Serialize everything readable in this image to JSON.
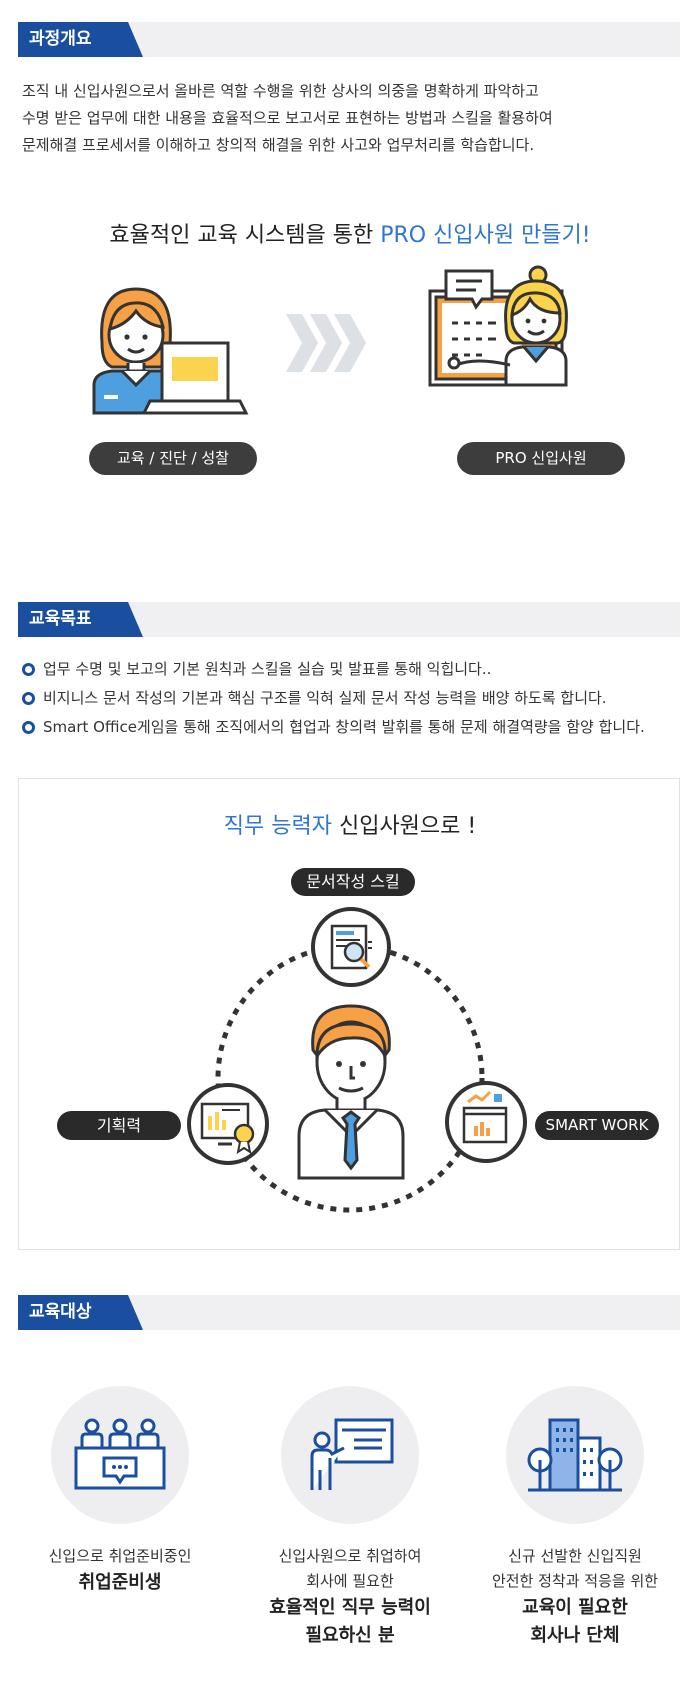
{
  "overview": {
    "tag": "과정개요",
    "lines": [
      "조직 내 신입사원으로서 올바른 역할 수행을 위한 상사의 의중을 명확하게 파악하고",
      "수명 받은 업무에 대한 내용을 효율적으로 보고서로 표현하는 방법과 스킬을 활용하여",
      "문제해결 프로세서를 이해하고 창의적 해결을 위한 사고와 업무처리를 학습합니다."
    ],
    "headline_prefix": "효율적인 교육 시스템을 통한 ",
    "headline_highlight": "PRO 신입사원 만들기!",
    "left_pill": "교육 / 진단 / 성찰",
    "right_pill": "PRO 신입사원"
  },
  "goals": {
    "tag": "교육목표",
    "items": [
      "업무 수명 및 보고의 기본 원칙과 스킬을 실습 및 발표를 통해 익힙니다..",
      "비지니스 문서 작성의 기본과 핵심 구조를 익혀 실제 문서 작성 능력을 배양 하도록 합니다.",
      "Smart Office게임을 통해 조직에서의 협업과 창의력 발휘를 통해 문제 해결역량을 함양 합니다."
    ],
    "box_title_highlight": "직무 능력자",
    "box_title_rest": " 신입사원으로 !",
    "skill_top": "문서작성 스킬",
    "skill_left": "기획력",
    "skill_right": "SMART WORK"
  },
  "targets": {
    "tag": "교육대상",
    "items": [
      {
        "line1": "신입으로 취업준비중인",
        "line2": "",
        "bold1": "취업준비생",
        "bold2": ""
      },
      {
        "line1": "신입사원으로 취업하여",
        "line2": "회사에 필요한",
        "bold1": "효율적인 직무 능력이",
        "bold2": "필요하신 분"
      },
      {
        "line1": "신규 선발한 신입직원",
        "line2": "안전한 정착과 적응을 위한",
        "bold1": "교육이 필요한",
        "bold2": "회사나 단체"
      }
    ]
  },
  "colors": {
    "accent": "#1a4fa0",
    "highlight": "#2f76d2",
    "orange": "#f7a046",
    "pill": "#3d3d3d"
  },
  "icons": [
    "woman-laptop-icon",
    "triple-chevron-icon",
    "woman-presenter-icon",
    "document-magnifier-icon",
    "certificate-monitor-icon",
    "chart-window-icon",
    "man-suit-icon",
    "meeting-table-icon",
    "presentation-board-icon",
    "city-buildings-icon"
  ]
}
